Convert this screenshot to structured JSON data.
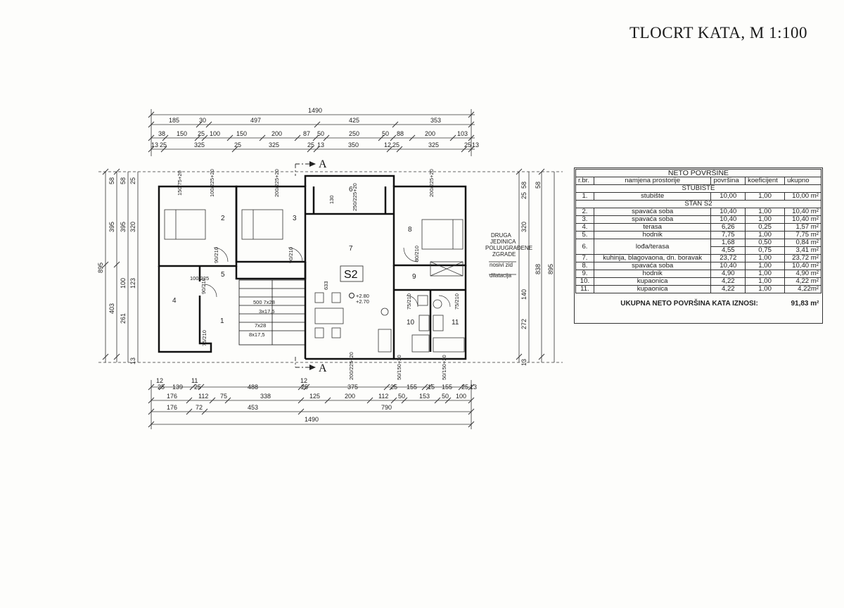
{
  "sheet_title": "TLOCRT KATA, M 1:100",
  "section_marker": "A",
  "unit_label": "S2",
  "levels": [
    "+2.80",
    "+2.70"
  ],
  "neighbor_note": [
    "DRUGA",
    "JEDINICA",
    "POLUUGRAĐENE",
    "ZGRADE"
  ],
  "legend": {
    "bearing_wall": "nosivi zid",
    "expansion": "dilatacija"
  },
  "stair_notes": [
    "500 7x28",
    "3x17,5",
    "7x28",
    "8x17,5"
  ],
  "dims_top": {
    "row1": [
      "1490"
    ],
    "row2": [
      "185",
      "30",
      "497",
      "425",
      "353"
    ],
    "row3": [
      "38",
      "150",
      "25",
      "100",
      "150",
      "200",
      "87",
      "50",
      "250",
      "50",
      "88",
      "200",
      "103"
    ],
    "row4": [
      "13",
      "25",
      "325",
      "25",
      "325",
      "25",
      "13",
      "350",
      "12",
      "25",
      "325",
      "25",
      "13"
    ]
  },
  "dims_bottom": {
    "row1": [
      "12",
      "25",
      "139",
      "11",
      "25",
      "488",
      "12",
      "25",
      "375",
      "25",
      "155",
      "15",
      "155",
      "25",
      "13"
    ],
    "row2": [
      "176",
      "112",
      "75",
      "338",
      "125",
      "200",
      "112",
      "50",
      "153",
      "50",
      "100"
    ],
    "row3": [
      "176",
      "72",
      "453",
      "790"
    ],
    "row4": [
      "1490"
    ]
  },
  "dims_left": [
    "895",
    "395",
    "395",
    "320",
    "403",
    "261",
    "100",
    "123",
    "58",
    "58",
    "25",
    "13"
  ],
  "dims_right": [
    "895",
    "838",
    "320",
    "140",
    "272",
    "58",
    "58",
    "25",
    "13"
  ],
  "openings": [
    "150/75+20",
    "100/225+20",
    "200/225+20",
    "130",
    "250/225+20",
    "200/225+20",
    "90/210",
    "90/210",
    "100/225",
    "80/210",
    "90/210",
    "75/210",
    "75/210",
    "200/225+20",
    "50/150+20",
    "50/150+20",
    "75/210",
    "633"
  ],
  "rooms": [
    "1",
    "2",
    "3",
    "4",
    "5",
    "6",
    "7",
    "8",
    "9",
    "10",
    "11"
  ],
  "table": {
    "title": "NETO POVRŠINE",
    "headers": [
      "r.br.",
      "namjena prostorije",
      "površina",
      "koeficijent",
      "ukupno"
    ],
    "section1": "STUBIŠTE",
    "row1": [
      "1.",
      "stubište",
      "10,00",
      "1,00",
      "10,00 m²"
    ],
    "section2": "STAN S2",
    "rows": [
      [
        "2.",
        "spavaća soba",
        "10,40",
        "1,00",
        "10,40 m²"
      ],
      [
        "3.",
        "spavaća soba",
        "10,40",
        "1,00",
        "10,40 m²"
      ],
      [
        "4.",
        "terasa",
        "6,26",
        "0,25",
        "1,57 m²"
      ],
      [
        "5.",
        "hodnik",
        "7,75",
        "1,00",
        "7,75 m²"
      ]
    ],
    "row6": {
      "no": "6.",
      "name": "lođa/terasa",
      "a1": "1,68",
      "k1": "0,50",
      "t1": "0,84 m²",
      "a2": "4,55",
      "k2": "0,75",
      "t2": "3,41 m²"
    },
    "rows2": [
      [
        "7.",
        "kuhinja, blagovaona, dn. boravak",
        "23,72",
        "1,00",
        "23,72 m²"
      ],
      [
        "8.",
        "spavaća soba",
        "10,40",
        "1,00",
        "10,40 m²"
      ],
      [
        "9.",
        "hodnik",
        "4,90",
        "1,00",
        "4,90 m²"
      ],
      [
        "10.",
        "kupaonica",
        "4,22",
        "1,00",
        "4,22 m²"
      ],
      [
        "11.",
        "kupaonica",
        "4,22",
        "1,00",
        "4,22m²"
      ]
    ],
    "total_label": "UKUPNA NETO POVRŠINA KATA IZNOSI:",
    "total_value": "91,83 m²"
  }
}
